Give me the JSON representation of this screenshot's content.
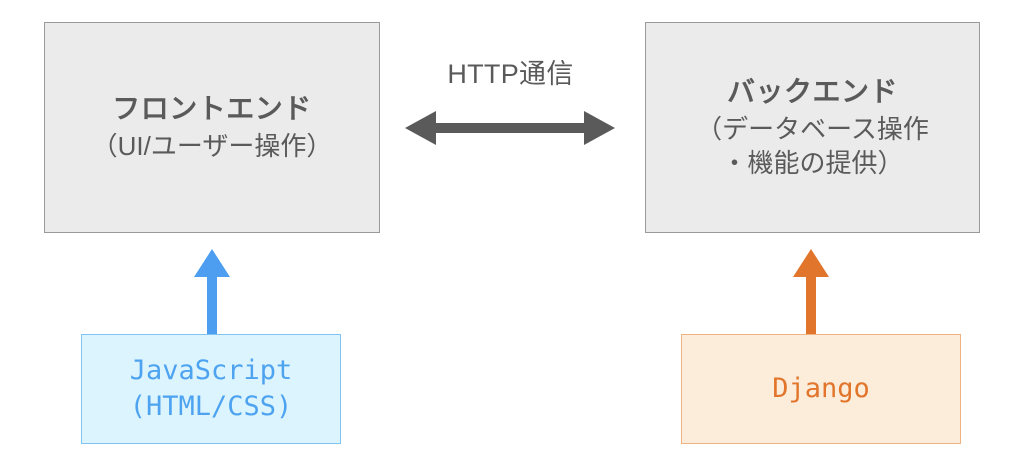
{
  "diagram": {
    "frontend": {
      "title": "フロントエンド",
      "subtitle": "（UI/ユーザー操作）"
    },
    "backend": {
      "title": "バックエンド",
      "subtitle_line1": "（データベース操作",
      "subtitle_line2": "・機能の提供）"
    },
    "connection": {
      "label": "HTTP通信",
      "arrow": "double-headed-horizontal-arrow",
      "color": "#5a5a5a"
    },
    "javascript": {
      "line1": "JavaScript",
      "line2": "(HTML/CSS)",
      "fill": "#dcf4fd",
      "border": "#7fc4f5",
      "text_color": "#4da3f0"
    },
    "django": {
      "label": "Django",
      "fill": "#fcedda",
      "border": "#eeb381",
      "text_color": "#e2752c"
    },
    "arrows": {
      "javascript_up": {
        "name": "arrow-up-javascript-to-frontend",
        "color": "#4d9ef0"
      },
      "django_up": {
        "name": "arrow-up-django-to-backend",
        "color": "#e2752c"
      }
    },
    "tier_box_style": {
      "fill": "#ebebeb",
      "border": "#9a9a9a",
      "text_color": "#5a5a5a"
    }
  }
}
